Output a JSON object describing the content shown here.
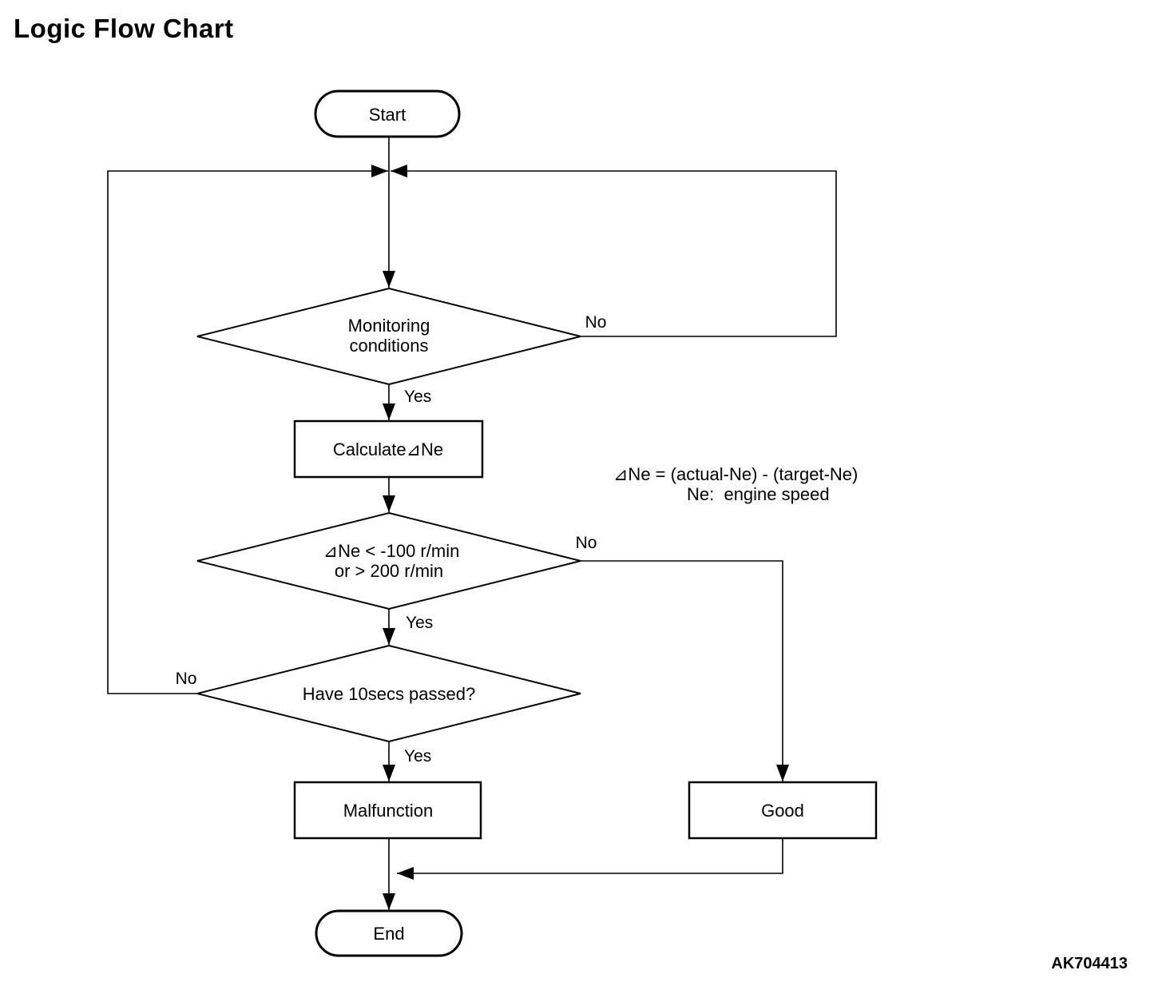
{
  "title": "Logic Flow Chart",
  "figure_code": "AK704413",
  "colors": {
    "ink": "#000000",
    "background": "#ffffff"
  },
  "nodes": {
    "start": {
      "label": "Start"
    },
    "monitoring": {
      "line1": "Monitoring",
      "line2": "conditions"
    },
    "calculate": {
      "label": "Calculate⊿Ne"
    },
    "delta_check": {
      "line1": "⊿Ne < -100 r/min",
      "line2": "or > 200 r/min"
    },
    "ten_secs": {
      "label": "Have 10secs passed?"
    },
    "malfunction": {
      "label": "Malfunction"
    },
    "good": {
      "label": "Good"
    },
    "end": {
      "label": "End"
    }
  },
  "edge_labels": {
    "monitoring_no": "No",
    "monitoring_yes": "Yes",
    "delta_no": "No",
    "delta_yes": "Yes",
    "ten_secs_no": "No",
    "ten_secs_yes": "Yes"
  },
  "annotation": {
    "line1": "⊿Ne = (actual-Ne) - (target-Ne)",
    "line2": "Ne:  engine speed"
  }
}
